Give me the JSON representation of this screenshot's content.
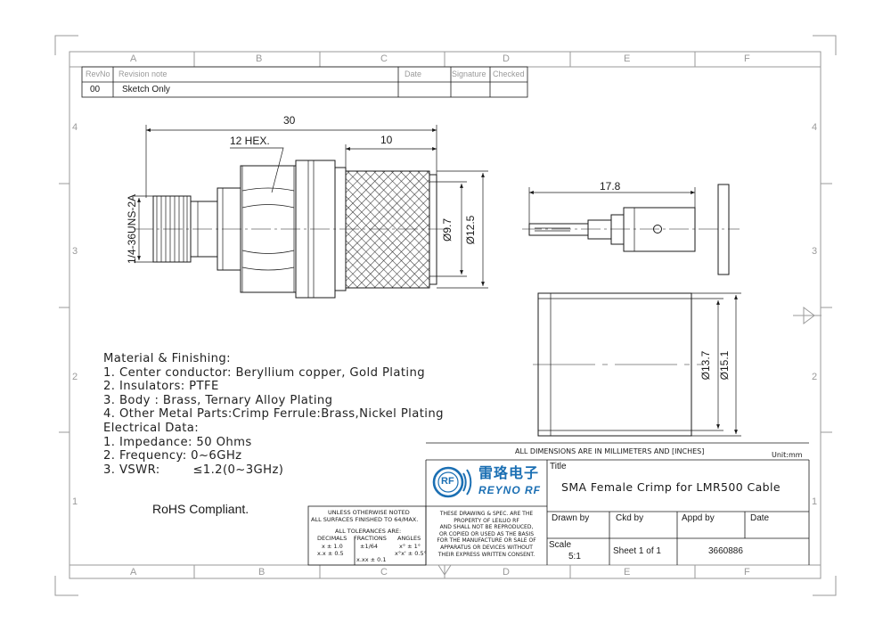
{
  "frame": {
    "columns_top": [
      "A",
      "B",
      "C",
      "D",
      "E",
      "F"
    ],
    "columns_bottom": [
      "A",
      "B",
      "C",
      "D",
      "E",
      "F"
    ],
    "rows_left": [
      "4",
      "3",
      "2",
      "1"
    ],
    "rows_right": [
      "4",
      "3",
      "2",
      "1"
    ]
  },
  "revision_table": {
    "headers": {
      "revno": "RevNo",
      "note": "Revision note",
      "date": "Date",
      "signature": "Signature",
      "checked": "Checked"
    },
    "row": {
      "revno": "00",
      "note": "Sketch Only"
    }
  },
  "dimensions": {
    "overall_length": "30",
    "hex": "12 HEX.",
    "crimp_length": "10",
    "thread": "1/4-36UNS-2A",
    "dia_inner": "Ø9.7",
    "dia_outer": "Ø12.5",
    "pin_length": "17.8",
    "ferrule_inner": "Ø13.7",
    "ferrule_outer": "Ø15.1"
  },
  "materials": {
    "lines": [
      "Material & Finishing:",
      "1. Center conductor: Beryllium copper, Gold Plating",
      "2. Insulators: PTFE",
      "3. Body : Brass, Ternary Alloy Plating",
      "4. Other Metal Parts:Crimp Ferrule:Brass,Nickel Plating",
      "Electrical Data:",
      "1. Impedance: 50 Ohms",
      "2. Frequency: 0~6GHz",
      "3. VSWR:        ≤1.2(0~3GHz)"
    ]
  },
  "rohs": "RoHS Compliant.",
  "notes": {
    "all_dims": "ALL DIMENSIONS ARE IN MILLIMETERS AND [INCHES]",
    "unit": "Unit:mm"
  },
  "tolerance_block": {
    "line1": "UNLESS OTHERWISE NOTED",
    "line2": "ALL SURFACES FINISHED TO 64/MAX.",
    "line3": "ALL TOLERANCES ARE:",
    "h_decimals": "DECIMALS",
    "h_fractions": "FRACTIONS",
    "h_angles": "ANGLES",
    "d1": "x ± 1.0",
    "d2": "x.x ± 0.5",
    "d3": "x.xx ± 0.1",
    "f1": "±1/64",
    "a1": "x° ± 1°",
    "a2": "x°x' ± 0.5°"
  },
  "property_note": [
    "THESE DRAWING & SPEC. ARE THE",
    "PROPERTY OF LEILUO RF",
    "AND SHALL NOT BE REPRODUCED,",
    "OR COPIED OR USED AS THE BASIS",
    "FOR THE MANUFACTURE OR SALE OF",
    "APPARATUS OR DEVICES WITHOUT",
    "THEIR EXPRESS WRITTEN CONSENT."
  ],
  "logo": {
    "mark": "RF",
    "cn": "雷珞电子",
    "en": "REYNO RF"
  },
  "title_block": {
    "title_label": "Title",
    "title": "SMA Female Crimp for LMR500 Cable",
    "drawn_by": "Drawn by",
    "ckd_by": "Ckd by",
    "appd_by": "Appd by",
    "date": "Date",
    "scale_label": "Scale",
    "scale": "5:1",
    "sheet": "Sheet 1 of 1",
    "part_no": "3660886"
  },
  "colors": {
    "line": "#1a1a1a",
    "frame_grey": "#9a9a9a",
    "logo_blue": "#1b6fb3"
  }
}
